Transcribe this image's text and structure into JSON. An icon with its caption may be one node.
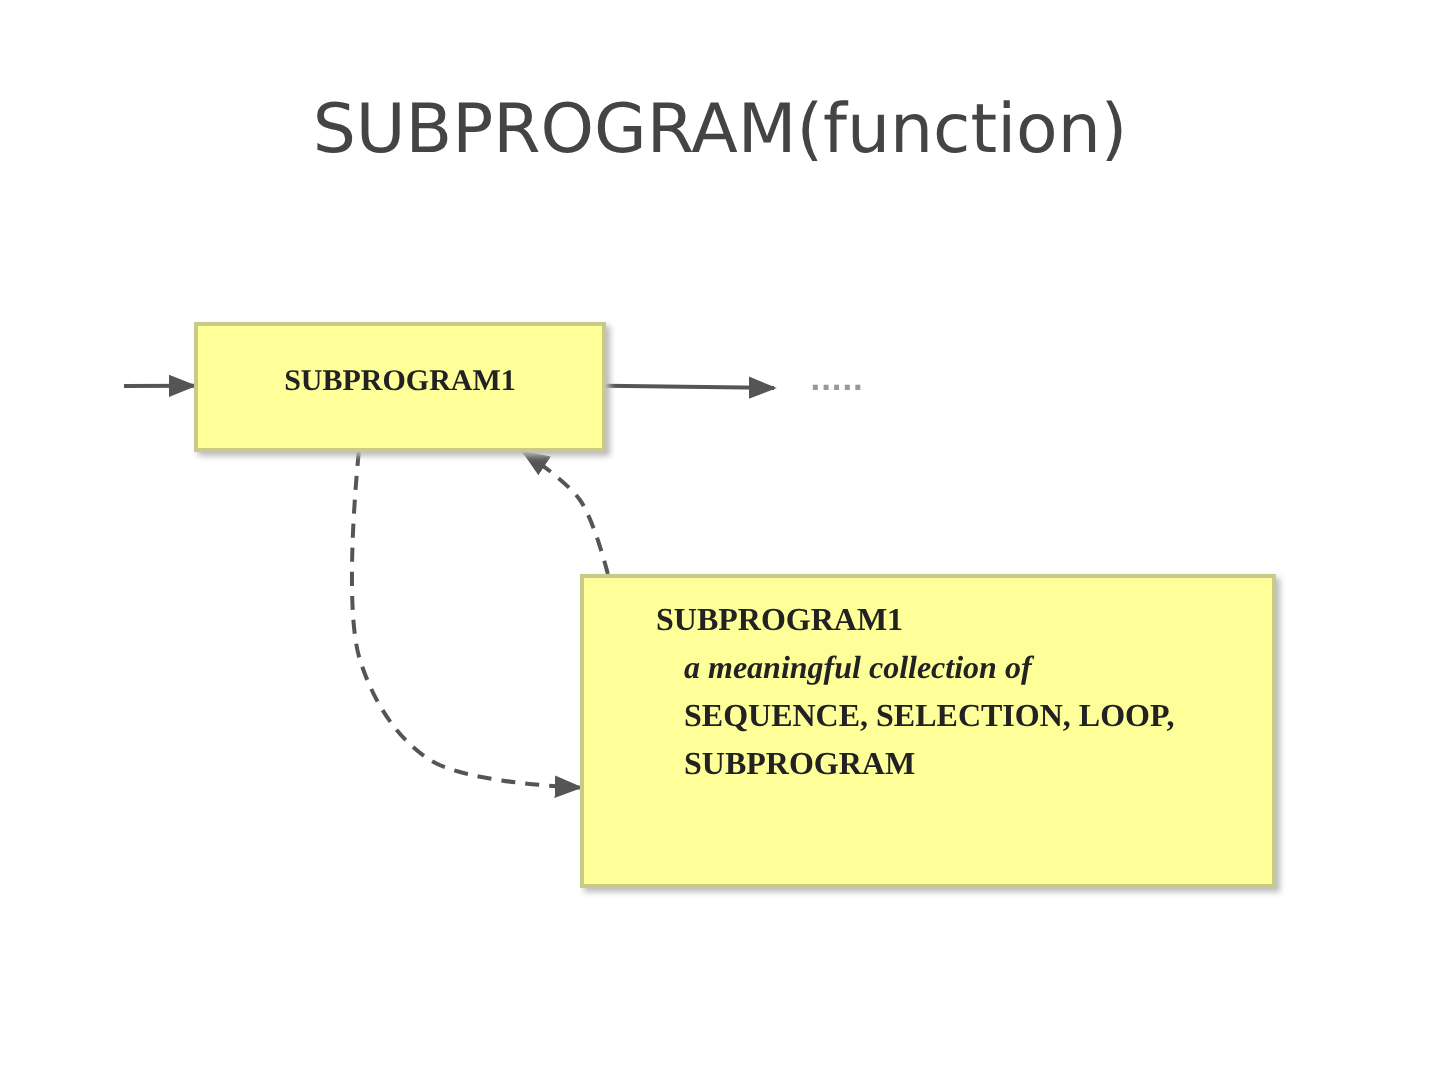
{
  "diagram": {
    "title": "SUBPROGRAM(function)",
    "nodes": [
      {
        "text": [
          "SUBPROGRAM1"
        ]
      },
      {
        "text": [
          "SUBPROGRAM1",
          "*a meaningful collection of* SEQUENCE, SELECTION, LOOP, SUBPROGRAM"
        ]
      },
      {
        "text": [
          "....."
        ]
      }
    ],
    "edges": [
      {
        "from": null,
        "to": 0,
        "arrow": "to"
      },
      {
        "from": 0,
        "to": 2,
        "arrow": "to"
      },
      {
        "from": 0,
        "to": 1,
        "arrow": "to",
        "style": "dashed"
      },
      {
        "from": 1,
        "to": 0,
        "arrow": "to",
        "style": "dashed"
      }
    ]
  }
}
